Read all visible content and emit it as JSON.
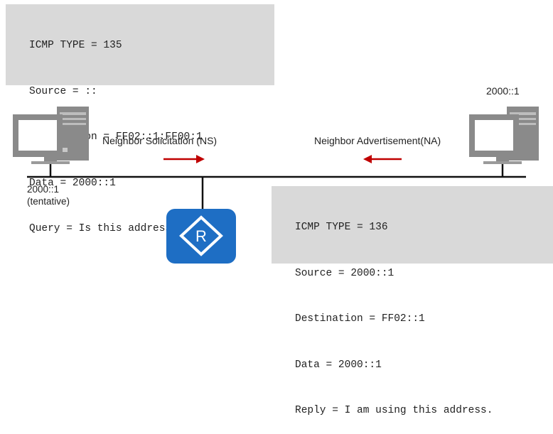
{
  "ns_packet": {
    "lines": [
      "ICMP TYPE = 135",
      "Source = ::",
      "Destination = FF02::1:FF00:1",
      "Data = 2000::1",
      "Query = Is this address in use?"
    ]
  },
  "na_packet": {
    "lines": [
      "ICMP TYPE = 136",
      "Source = 2000::1",
      "Destination = FF02::1",
      "Data = 2000::1",
      "Reply = I am using this address."
    ]
  },
  "left_host": {
    "address": "2000::1",
    "status": "(tentative)"
  },
  "right_host": {
    "address": "2000::1"
  },
  "messages": {
    "ns_label": "Neighbor Solicitation (NS)",
    "na_label": "Neighbor Advertisement(NA)"
  },
  "router": {
    "letter": "R"
  },
  "colors": {
    "arrow": "#c00000",
    "router": "#1e6ec4",
    "box_bg": "#d9d9d9",
    "pc_gray": "#8c8c8c"
  },
  "icons": {
    "host": "computer-icon",
    "router": "router-icon"
  }
}
